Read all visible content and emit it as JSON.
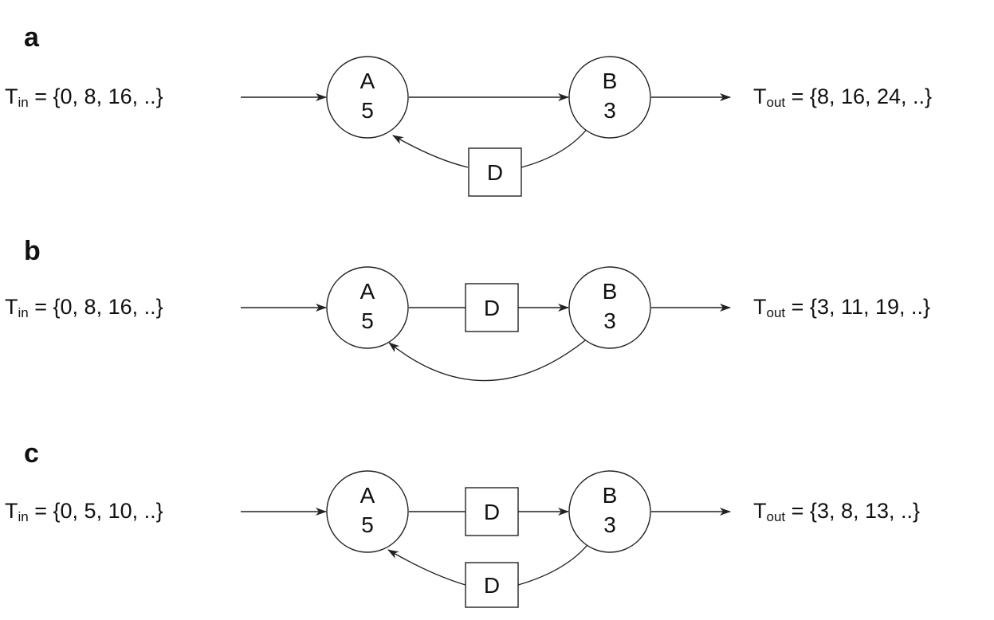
{
  "panels": [
    {
      "label": "a",
      "input": {
        "symbol": "T",
        "sub": "in",
        "values": "= {0, 8, 16, ..}"
      },
      "output": {
        "symbol": "T",
        "sub": "out",
        "values": "= {8, 16, 24, ..}"
      },
      "actors": [
        {
          "name": "A",
          "time": "5"
        },
        {
          "name": "B",
          "time": "3"
        }
      ],
      "delays": {
        "forward": "",
        "feedback": "D"
      }
    },
    {
      "label": "b",
      "input": {
        "symbol": "T",
        "sub": "in",
        "values": "= {0, 8, 16, ..}"
      },
      "output": {
        "symbol": "T",
        "sub": "out",
        "values": "= {3, 11, 19, ..}"
      },
      "actors": [
        {
          "name": "A",
          "time": "5"
        },
        {
          "name": "B",
          "time": "3"
        }
      ],
      "delays": {
        "forward": "D",
        "feedback": ""
      }
    },
    {
      "label": "c",
      "input": {
        "symbol": "T",
        "sub": "in",
        "values": "= {0, 5, 10, ..}"
      },
      "output": {
        "symbol": "T",
        "sub": "out",
        "values": "= {3, 8, 13, ..}"
      },
      "actors": [
        {
          "name": "A",
          "time": "5"
        },
        {
          "name": "B",
          "time": "3"
        }
      ],
      "delays": {
        "forward": "D",
        "feedback": "D"
      }
    }
  ]
}
